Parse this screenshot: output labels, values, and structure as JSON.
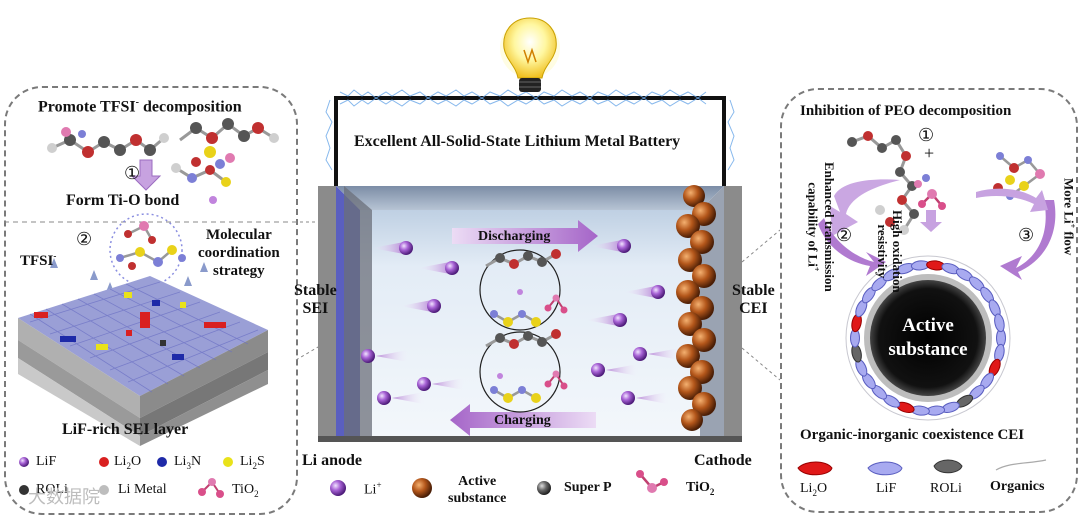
{
  "left_panel": {
    "promote_title": "Promote TFSI",
    "promote_sup": "-",
    "promote_title_end": " decomposition",
    "step1": "①",
    "form_bond": "Form  Ti-O bond",
    "step2": "②",
    "tfsi": "TFSI",
    "tfsi_sup": "-",
    "strategy_line1": "Molecular",
    "strategy_line2": "coordination",
    "strategy_line3": "strategy",
    "layer_caption": "LiF-rich SEI layer",
    "legend": [
      {
        "label": "LiF",
        "color": "#7c7fd6"
      },
      {
        "label": "Li",
        "sub": "2",
        "label_end": "O",
        "color": "#d92020"
      },
      {
        "label": "Li",
        "sub": "3",
        "label_end": "N",
        "color": "#1e2aa8"
      },
      {
        "label": "Li",
        "sub": "2",
        "label_end": "S",
        "color": "#e9e21a"
      },
      {
        "label": "ROLi",
        "color": "#333333"
      },
      {
        "label": "Li Metal",
        "color": "#bdbdbd"
      },
      {
        "label": "TiO",
        "sub": "2",
        "label_end": "",
        "color": "#d94f8a"
      }
    ]
  },
  "battery": {
    "title": "Excellent All-Solid-State  Lithium Metal Battery",
    "discharging": "Discharging",
    "charging": "Charging",
    "stable_sei": [
      "Stable",
      "SEI"
    ],
    "stable_cei": [
      "Stable",
      "CEI"
    ],
    "anode_label": "Li anode",
    "cathode_label": "Cathode"
  },
  "bottom_legend": {
    "li_ion": "Li",
    "li_ion_sup": "+",
    "active": [
      "Active",
      "substance"
    ],
    "super_p": "Super P",
    "tio2": "TiO",
    "tio2_sub": "2"
  },
  "right_panel": {
    "title": "Inhibition  of PEO decomposition",
    "step1": "①",
    "step2": "②",
    "step3": "③",
    "plus": "+",
    "high_ox": [
      "High oxidation",
      "resistivity"
    ],
    "enhanced": [
      "Enhanced transmission",
      "capability of Li"
    ],
    "enhanced_sup": "+",
    "more_li": "More Li",
    "more_li_sup": "+",
    "more_li_end": " flow",
    "core": [
      "Active",
      "substance"
    ],
    "caption": "Organic-inorganic coexistence CEI",
    "legend": [
      "Li",
      "2",
      "O",
      "LiF",
      "ROLi",
      "Organics"
    ]
  },
  "watermark": "大数据院"
}
